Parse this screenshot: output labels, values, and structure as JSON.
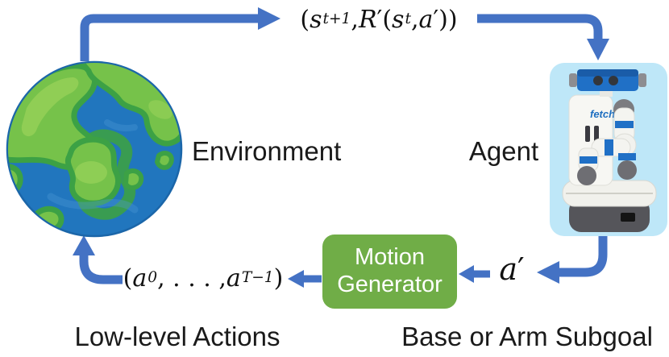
{
  "nodes": {
    "environment": {
      "label": "Environment"
    },
    "agent": {
      "label": "Agent",
      "robot_logo": "fetch"
    },
    "motion_generator": {
      "line1": "Motion",
      "line2": "Generator"
    }
  },
  "math": {
    "state_reward": [
      [
        "n",
        "("
      ],
      [
        "i",
        "s"
      ],
      [
        "sub",
        "t+1"
      ],
      [
        "n",
        ", "
      ],
      [
        "i",
        "R"
      ],
      [
        "n",
        "′("
      ],
      [
        "i",
        "s"
      ],
      [
        "sub",
        "t"
      ],
      [
        "n",
        ", "
      ],
      [
        "i",
        "a"
      ],
      [
        "n",
        "′))"
      ]
    ],
    "actions": [
      [
        "n",
        "("
      ],
      [
        "i",
        "a"
      ],
      [
        "sub",
        "0"
      ],
      [
        "n",
        ", . . . , "
      ],
      [
        "i",
        "a"
      ],
      [
        "sub",
        "T−1"
      ],
      [
        "n",
        ")"
      ]
    ],
    "subgoal": [
      [
        "i",
        "a"
      ],
      [
        "n",
        "′"
      ]
    ]
  },
  "captions": {
    "low_level_actions": "Low-level Actions",
    "base_or_arm_subgoal": "Base or Arm Subgoal"
  },
  "icons": {
    "environment": "earth-globe-icon",
    "agent": "fetch-robot-icon"
  },
  "colors": {
    "arrow_blue": "#4472C4",
    "panel_blue": "#BEE7F8",
    "box_green": "#70AD47",
    "ocean_blue": "#2176BE",
    "land_green": "#76C24A",
    "land_edge_green": "#3CA145",
    "text": "#1A1A1A"
  }
}
